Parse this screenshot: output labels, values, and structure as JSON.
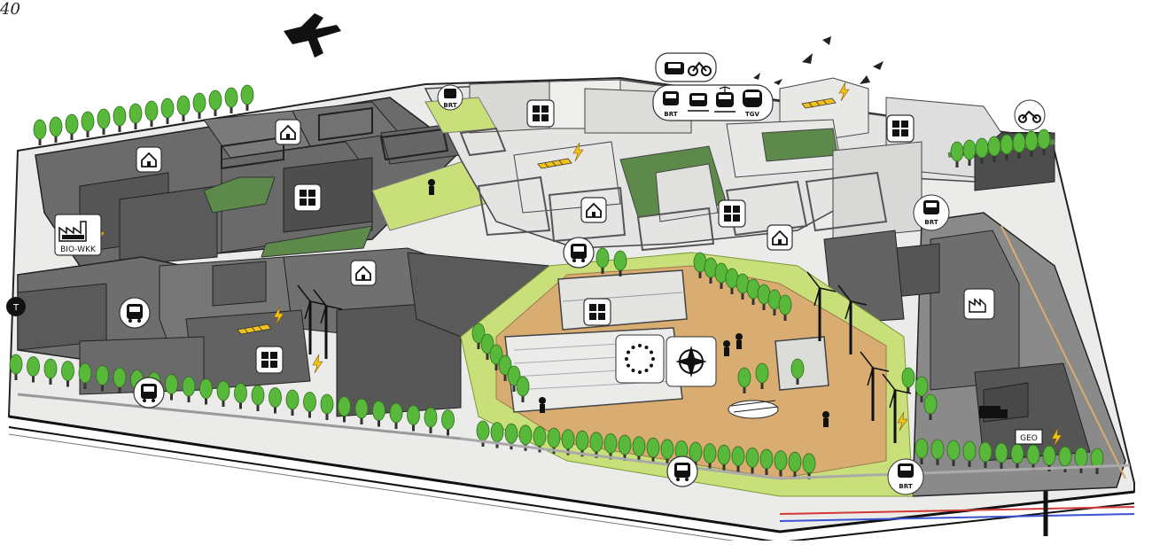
{
  "year_label": "40",
  "labels": {
    "bio_wkk": "BIO-WKK",
    "geo": "GEO",
    "brt": "BRT",
    "tgv": "TGV"
  },
  "colors": {
    "building_dark": "#5a5a5a",
    "building_dark_top": "#7a7a7a",
    "building_light": "#e4e4e2",
    "building_light_top": "#f2f2f0",
    "green_roof": "#5d8a4a",
    "park_sand": "#d9ad72",
    "lawn": "#c9e07a",
    "tree": "#58b83a",
    "tree_trunk": "#3a3a3a",
    "energy_bolt": "#f2c21a",
    "pipe_red": "#d23a3a",
    "pipe_blue": "#3a52d2"
  },
  "icons": [
    "airplane-icon",
    "bird-icon",
    "house-icon",
    "office-building-icon",
    "factory-icon",
    "lightning-icon",
    "bus-icon",
    "tram-icon",
    "train-icon",
    "tgv-icon",
    "car-icon",
    "motorcycle-icon",
    "bicycle-icon",
    "eu-flag-icon",
    "nato-compass-icon",
    "wind-turbine-icon",
    "solar-panel-icon",
    "person-icon",
    "truck-icon"
  ]
}
